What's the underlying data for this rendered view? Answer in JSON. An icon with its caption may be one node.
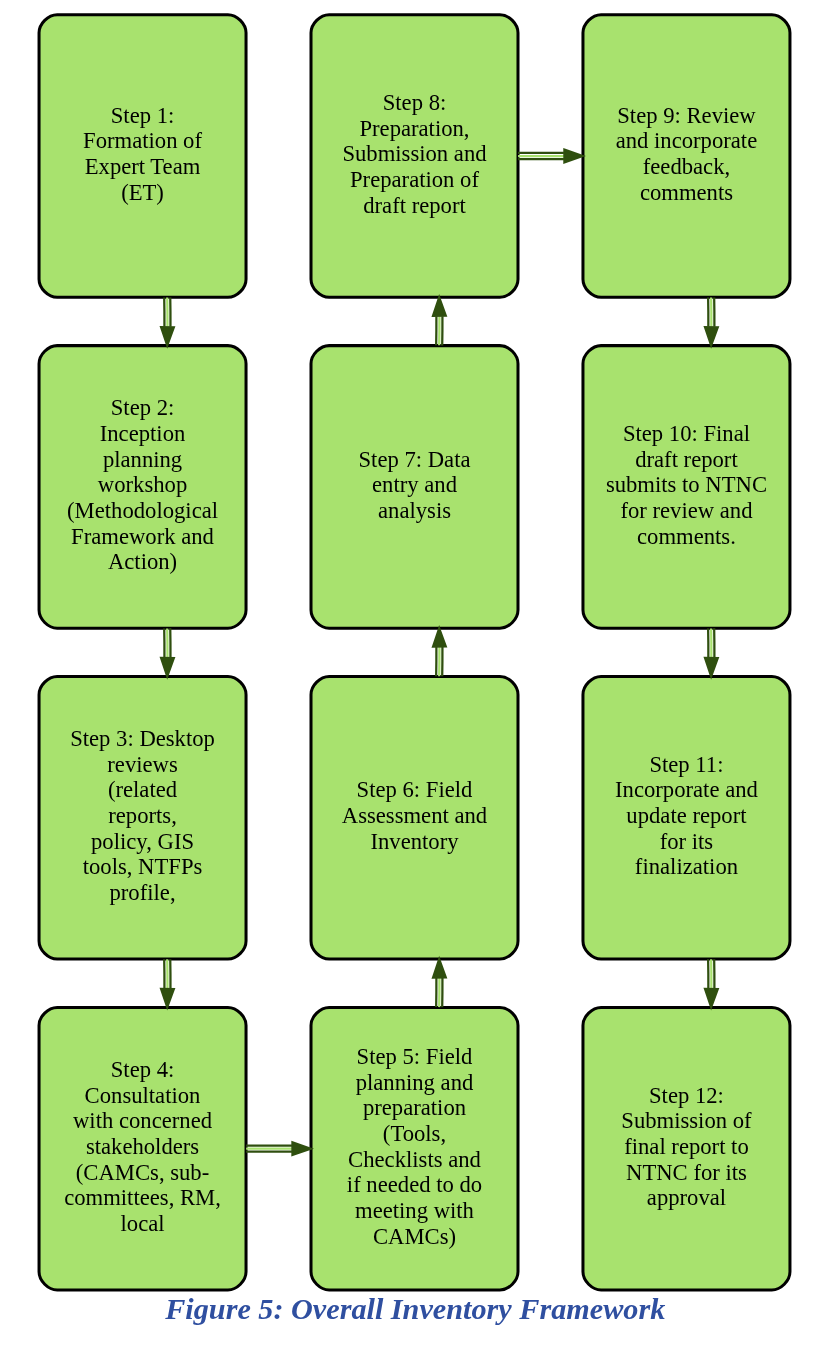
{
  "diagram": {
    "caption": "Figure 5: Overall Inventory Framework",
    "nodes": [
      {
        "text": [
          "Step 1: Formation of Expert Team (ET)"
        ]
      },
      {
        "text": [
          "Step 2: Inception planning workshop (Methodological Framework and Action)"
        ]
      },
      {
        "text": [
          "Step 3: Desktop reviews (related reports, policy, GIS tools, NTFPs profile,"
        ]
      },
      {
        "text": [
          "Step 4: Consultation with concerned stakeholders (CAMCs, sub-committees, RM, local"
        ]
      },
      {
        "text": [
          "Step 5: Field planning and preparation (Tools, Checklists and if needed to do meeting with CAMCs)"
        ]
      },
      {
        "text": [
          "Step 6: Field Assessment and Inventory"
        ]
      },
      {
        "text": [
          "Step 7: Data entry and analysis"
        ]
      },
      {
        "text": [
          "Step 8: Preparation, Submission and Preparation of draft report"
        ]
      },
      {
        "text": [
          "Step 9: Review and incorporate feedback, comments"
        ]
      },
      {
        "text": [
          "Step 10: Final draft report submits to NTNC for review and comments."
        ]
      },
      {
        "text": [
          "Step 11: Incorporate and update report for its finalization"
        ]
      },
      {
        "text": [
          "Step 12: Submission of final report to NTNC for its approval"
        ]
      }
    ],
    "edges": [
      {
        "from": 0,
        "to": 1,
        "arrow": "to"
      },
      {
        "from": 1,
        "to": 2,
        "arrow": "to"
      },
      {
        "from": 2,
        "to": 3,
        "arrow": "to"
      },
      {
        "from": 3,
        "to": 4,
        "arrow": "to"
      },
      {
        "from": 4,
        "to": 5,
        "arrow": "to"
      },
      {
        "from": 5,
        "to": 6,
        "arrow": "to"
      },
      {
        "from": 6,
        "to": 7,
        "arrow": "to"
      },
      {
        "from": 7,
        "to": 8,
        "arrow": "to"
      },
      {
        "from": 8,
        "to": 9,
        "arrow": "to"
      },
      {
        "from": 9,
        "to": 10,
        "arrow": "to"
      },
      {
        "from": 10,
        "to": 11,
        "arrow": "to"
      }
    ]
  }
}
